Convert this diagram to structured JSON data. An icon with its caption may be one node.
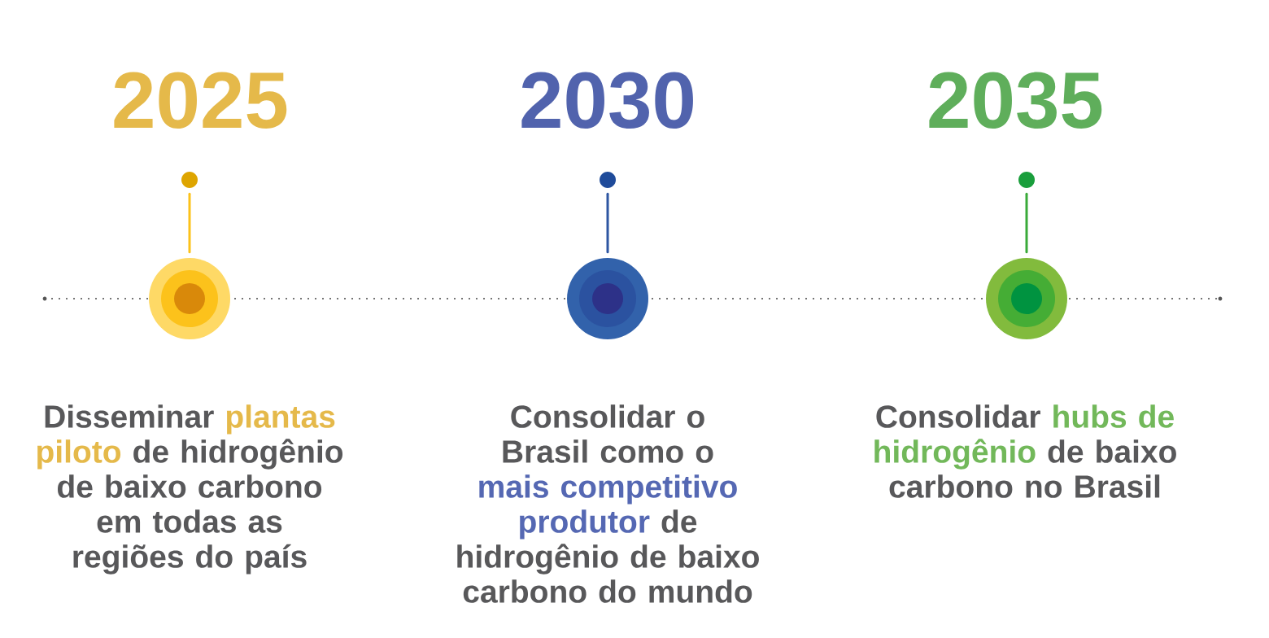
{
  "diagram": {
    "nodes": [
      {
        "text": [],
        "shape": "circle",
        "beside": [
          "2025"
        ]
      },
      {
        "text": [],
        "shape": "circle",
        "beside": [
          "Disseminar **plantas piloto** de hidrogênio de baixo carbono em todas as regiões do país"
        ]
      },
      {
        "text": [],
        "shape": "circle",
        "beside": [
          "2030"
        ]
      },
      {
        "text": [],
        "shape": "circle",
        "beside": [
          "Consolidar o Brasil como o **mais competitivo produtor** de hidrogênio de baixo carbono do mundo"
        ]
      },
      {
        "text": [],
        "shape": "circle",
        "beside": [
          "2035"
        ]
      },
      {
        "text": [],
        "shape": "circle",
        "beside": [
          "Consolidar **hubs de hidrogênio** de baixo carbono no Brasil"
        ]
      }
    ],
    "edges": [
      {
        "from": 0,
        "to": 1,
        "arrow": "none",
        "color": "#fcc21b"
      },
      {
        "from": 2,
        "to": 3,
        "arrow": "none",
        "color": "#2e56a2"
      },
      {
        "from": 4,
        "to": 5,
        "arrow": "none",
        "color": "#3aaa3a"
      }
    ]
  }
}
